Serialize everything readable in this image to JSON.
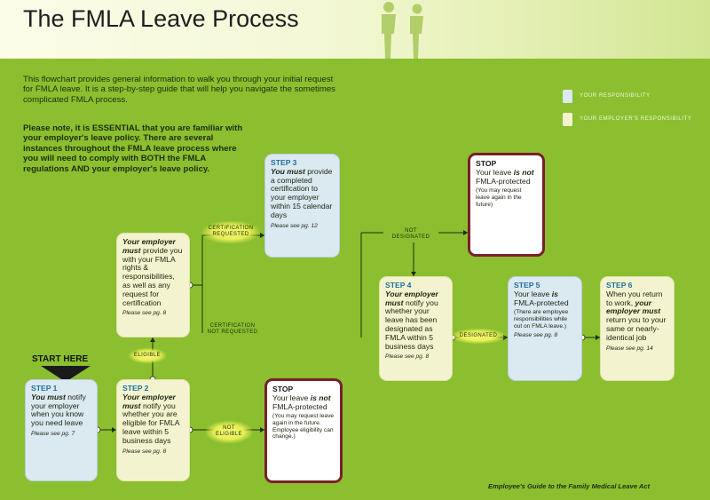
{
  "title": "The FMLA Leave Process",
  "intro_text": "This flowchart provides general information to walk you through your initial request for FMLA leave. It is a step-by-step guide that will help you navigate the sometimes complicated FMLA process.",
  "note_text": "Please note, it is ESSENTIAL that you are familiar with your employer's leave policy. There are several instances throughout the FMLA leave process where you will need to comply with BOTH the FMLA regulations AND your employer's leave policy.",
  "legend": [
    {
      "label": "YOUR RESPONSIBILITY",
      "color": "#dbe9f1"
    },
    {
      "label": "YOUR EMPLOYER'S RESPONSIBILITY",
      "color": "#f3f4cf"
    }
  ],
  "start_label": "START HERE",
  "step1": {
    "heading": "STEP 1",
    "lead": "You must",
    "text": "notify your employer when you know you need leave",
    "see": "Please see pg. 7"
  },
  "step2": {
    "heading": "STEP 2",
    "lead": "Your employer must",
    "text": "notify you whether you are eligible for FMLA leave within 5 business days",
    "see": "Please see pg. 8"
  },
  "employer_notice": {
    "lead": "Your employer must",
    "text": "provide you with your FMLA rights & responsibilities, as well as any request for certification",
    "see": "Please see pg. 8"
  },
  "step3": {
    "heading": "STEP 3",
    "lead": "You must",
    "text": "provide a completed certification to your employer within 15 calendar days",
    "see": "Please see pg. 12"
  },
  "stop1": {
    "heading": "STOP",
    "pre": "Your leave",
    "emph": "is not",
    "post": "FMLA-protected",
    "note": "(You may request leave again in the future. Employee eligibility can change.)"
  },
  "stop2": {
    "heading": "STOP",
    "pre": "Your leave",
    "emph": "is not",
    "post": "FMLA-protected",
    "note": "(You may request leave again in the future)"
  },
  "step4": {
    "heading": "STEP 4",
    "lead": "Your employer must",
    "text": "notify you whether your leave has been designated as FMLA within 5 business days",
    "see": "Please see pg. 8"
  },
  "step5": {
    "heading": "STEP 5",
    "pre": "Your leave",
    "emph": "is",
    "post": "FMLA-protected",
    "note": "(There are employee responsibilities while out on FMLA leave.)",
    "see": "Please see pg. 8"
  },
  "step6": {
    "heading": "STEP 6",
    "text1": "When you return to work,",
    "lead": "your employer must",
    "text2": "return you to your same or nearly-identical job",
    "see": "Please see pg. 14"
  },
  "labels": {
    "eligible": "ELIGIBLE",
    "not_eligible": "NOT ELIGIBLE",
    "cert_requested": "CERTIFICATION REQUESTED",
    "cert_not_requested": "CERTIFICATION NOT REQUESTED",
    "not_designated": "NOT DESIGNATED",
    "designated": "DESIGNATED"
  },
  "footer": "Employee's Guide to the Family Medical Leave Act",
  "colors": {
    "background": "#8bbf2f",
    "blue_box": "#dbe9f1",
    "yellow_box": "#f3f4cf",
    "stop_border": "#7b1f2a",
    "step_heading": "#1f6fa0"
  }
}
